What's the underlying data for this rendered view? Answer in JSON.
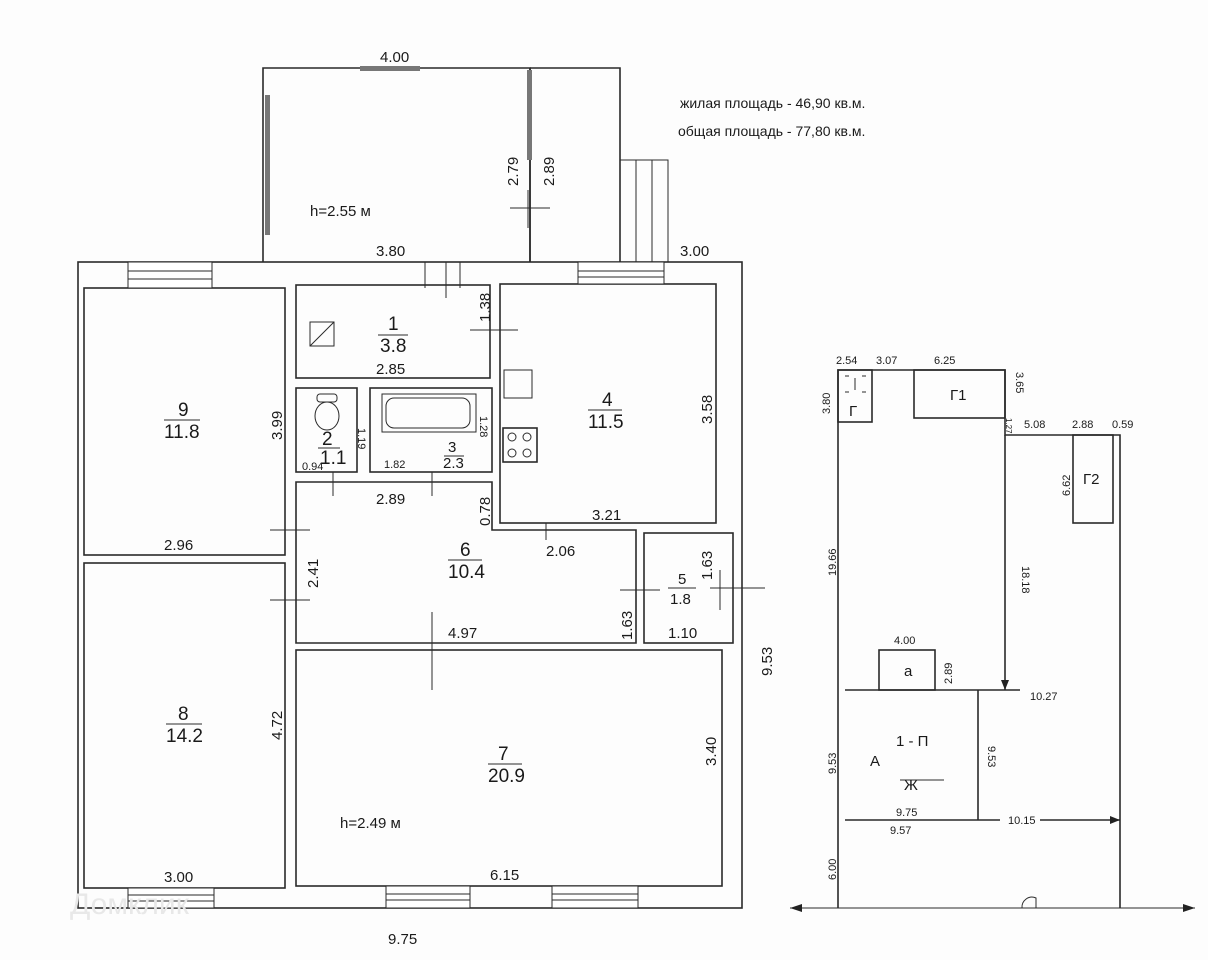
{
  "notes": {
    "living_area": "жилая площадь - 46,90 кв.м.",
    "total_area": "общая площадь - 77,80 кв.м."
  },
  "floor_plan": {
    "veranda": {
      "width_top": "4.00",
      "height_label": "h=2.55 м",
      "dim_279": "2.79",
      "dim_289": "2.89",
      "dim_380": "3.80",
      "dim_300": "3.00"
    },
    "rooms": [
      {
        "number": "1",
        "area": "3.8",
        "dim_a": "2.85",
        "dim_b": "1.38"
      },
      {
        "number": "2",
        "area": "1.1",
        "dim_a": "0.94",
        "dim_b": "1.19"
      },
      {
        "number": "3",
        "area": "2.3",
        "dim_a": "1.82",
        "dim_b": "1.28"
      },
      {
        "number": "4",
        "area": "11.5",
        "dim_a": "3.21",
        "dim_b": "3.58"
      },
      {
        "number": "5",
        "area": "1.8",
        "dim_a": "1.10",
        "dim_b": "1.63"
      },
      {
        "number": "6",
        "area": "10.4",
        "dim_a": "2.89",
        "dim_b": "2.41",
        "dim_c": "4.97",
        "dim_d": "2.06",
        "dim_e": "0.78",
        "dim_f": "1.63"
      },
      {
        "number": "7",
        "area": "20.9",
        "dim_a": "6.15",
        "dim_b": "3.40",
        "height_label": "h=2.49 м"
      },
      {
        "number": "8",
        "area": "14.2",
        "dim_a": "3.00",
        "dim_b": "4.72"
      },
      {
        "number": "9",
        "area": "11.8",
        "dim_a": "2.96",
        "dim_b": "3.99"
      }
    ],
    "overall_width": "9.75",
    "overall_depth": "9.53"
  },
  "site_plan": {
    "top_dims": [
      "2.54",
      "3.07",
      "6.25",
      "3.65",
      "3.80"
    ],
    "g_label": "Г",
    "g1_label": "Г1",
    "g2_label": "Г2",
    "g2_dims": [
      "1.27",
      "5.08",
      "2.88",
      "0.59",
      "6.62"
    ],
    "dim_1966": "19.66",
    "dim_1818": "18.18",
    "a_label": "а",
    "a_dims": [
      "4.00",
      "2.89"
    ],
    "dim_1027": "10.27",
    "house_letter": "А",
    "house_top": "1 - П",
    "house_bottom": "Ж",
    "house_dims": [
      "9.53",
      "9.53",
      "9.75",
      "9.57"
    ],
    "dim_1015": "10.15",
    "dim_600": "6.00"
  },
  "watermark": "Домклик"
}
